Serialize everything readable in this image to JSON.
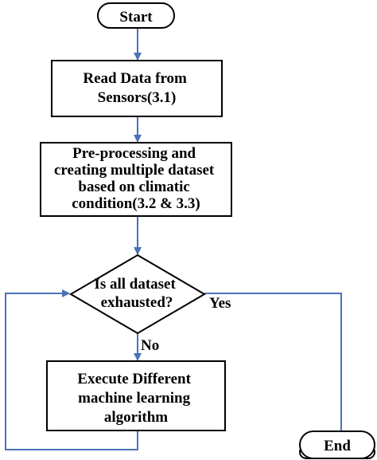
{
  "nodes": {
    "start": {
      "label": "Start",
      "shape": "terminator"
    },
    "read": {
      "label_lines": [
        "Read Data from",
        "Sensors(3.1)"
      ],
      "shape": "process"
    },
    "preprocess": {
      "label_lines": [
        "Pre-processing and",
        "creating  multiple dataset",
        "based on climatic",
        "condition(3.2 & 3.3)"
      ],
      "shape": "process"
    },
    "decision": {
      "label_lines": [
        "Is all dataset",
        "exhausted?"
      ],
      "shape": "decision"
    },
    "execute": {
      "label_lines": [
        "Execute Different",
        "machine learning",
        "algorithm"
      ],
      "shape": "process"
    },
    "end": {
      "label": "End",
      "shape": "terminator"
    }
  },
  "edges": {
    "yes_label": "Yes",
    "no_label": "No"
  },
  "colors": {
    "arrow": "#4a72b8",
    "node_border": "#000000",
    "node_fill": "#ffffff",
    "text": "#000000"
  }
}
